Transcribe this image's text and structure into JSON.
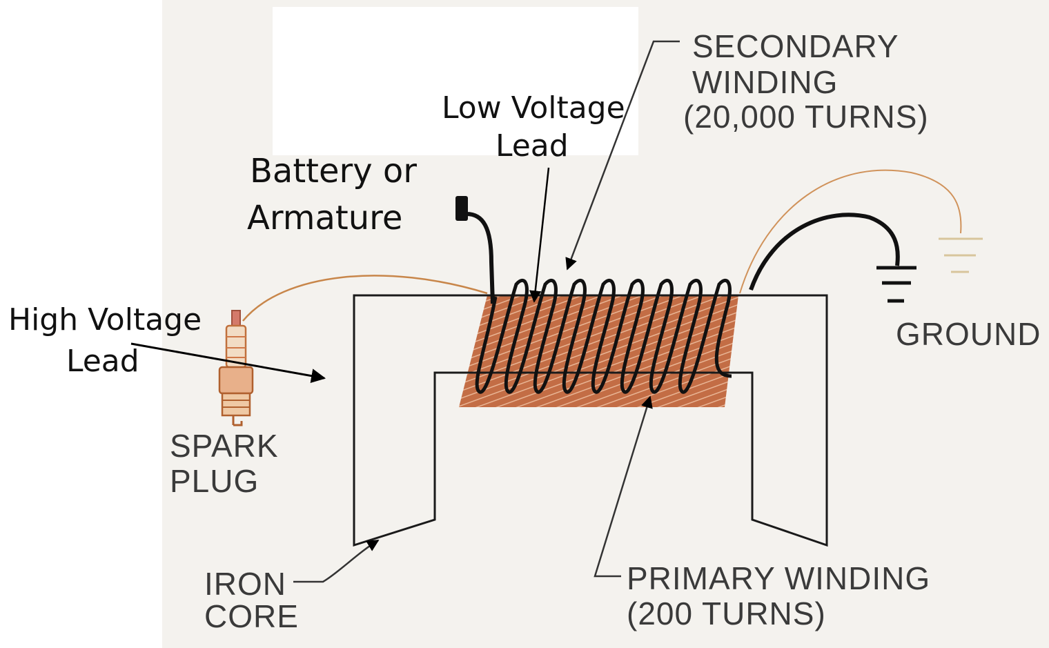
{
  "colors": {
    "background": "#ffffff",
    "paper": "#f5f3ef",
    "copper": "#b5532b",
    "copper_light": "#d98a62",
    "wire": "#1a1a1a",
    "lead_wire": "#c8864a"
  },
  "labels": {
    "secondary_line1": "SECONDARY",
    "secondary_line2": "WINDING",
    "secondary_line3": "(20,000 TURNS)",
    "low_voltage_line1": "Low Voltage",
    "low_voltage_line2": "Lead",
    "battery_line1": "Battery or",
    "battery_line2": "Armature",
    "high_voltage_line1": "High Voltage",
    "high_voltage_line2": "Lead",
    "ground": "GROUND",
    "spark_line1": "SPARK",
    "spark_line2": "PLUG",
    "iron_line1": "IRON",
    "iron_line2": "CORE",
    "primary_line1": "PRIMARY WINDING",
    "primary_line2": "(200 TURNS)"
  },
  "icons": [
    "ground-symbol-icon",
    "spark-plug-icon",
    "battery-terminal-icon"
  ]
}
